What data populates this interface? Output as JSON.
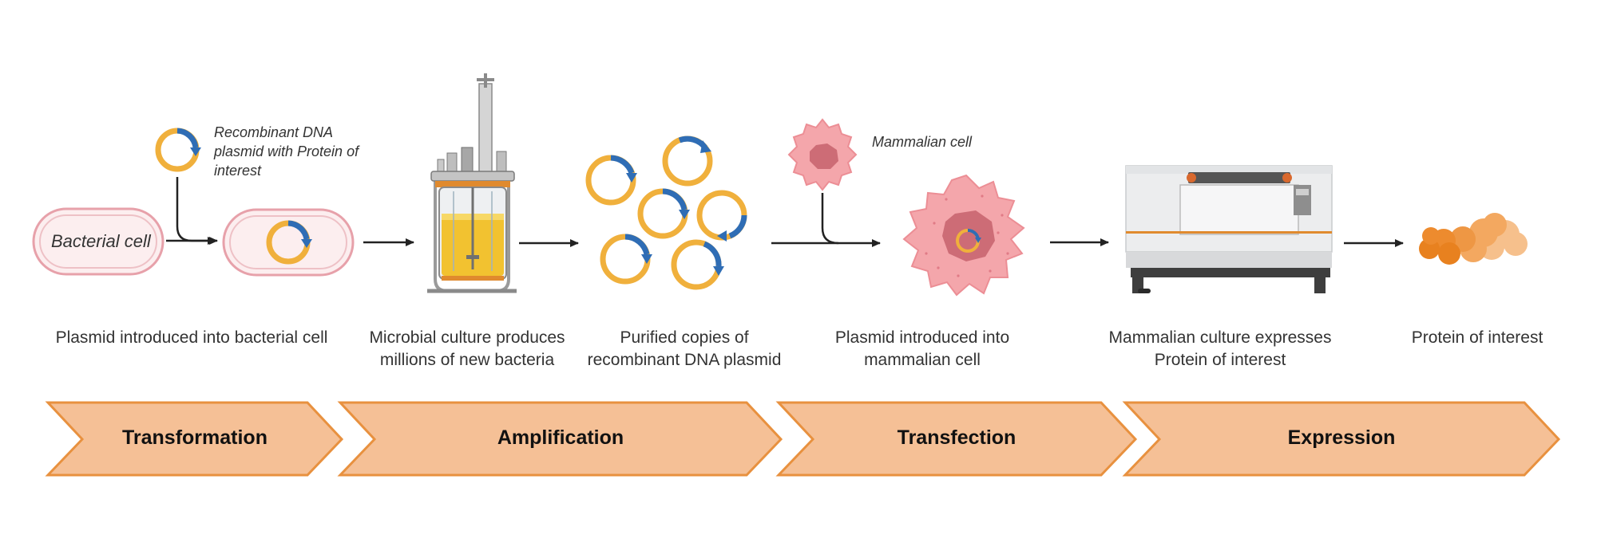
{
  "colors": {
    "arrow": "#222222",
    "plasmid_ring": "#F0B03C",
    "plasmid_gene": "#2F6DB5",
    "bacterium_fill": "#FCEEEF",
    "bacterium_stroke": "#E7A1AA",
    "mammalian_fill": "#F4A6AB",
    "mammalian_nucleus": "#CD6C76",
    "stage_fill": "#F5C096",
    "stage_stroke": "#E8913F",
    "protein": "#ED8B2E"
  },
  "labels": {
    "bacterial_cell": "Bacterial cell",
    "recombinant_plasmid": "Recombinant DNA plasmid with Protein of interest",
    "mammalian_cell": "Mammalian cell"
  },
  "captions": {
    "transformation": "Plasmid introduced into bacterial cell",
    "amplification": "Microbial culture produces millions of new bacteria",
    "purification": "Purified copies of recombinant DNA plasmid",
    "transfection": "Plasmid introduced into mammalian cell",
    "expression": "Mammalian culture expresses Protein of interest",
    "protein": "Protein of interest"
  },
  "stages": [
    {
      "name": "Transformation"
    },
    {
      "name": "Amplification"
    },
    {
      "name": "Transfection"
    },
    {
      "name": "Expression"
    }
  ]
}
